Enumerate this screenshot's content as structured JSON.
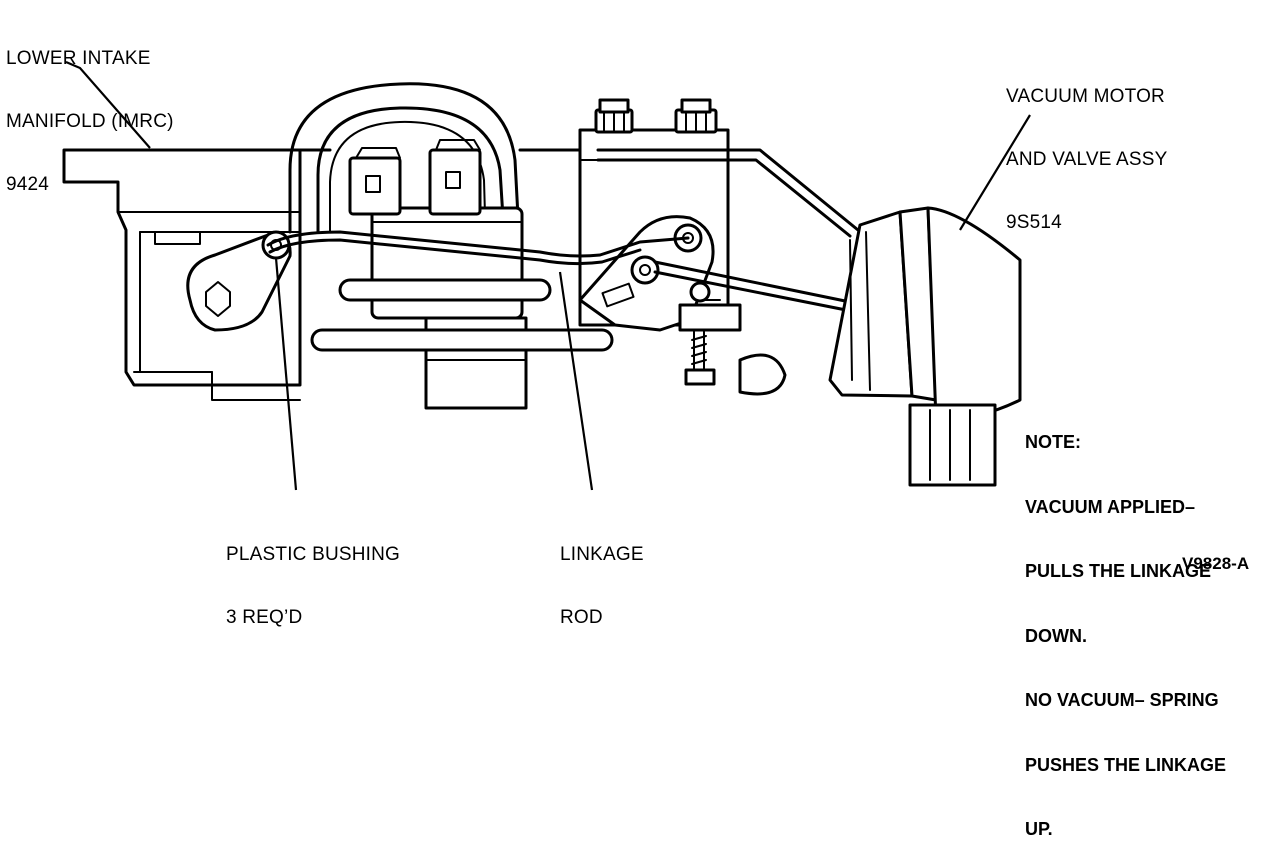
{
  "labels": {
    "manifold": [
      "LOWER INTAKE",
      "MANIFOLD (IMRC)",
      "9424"
    ],
    "vacuum_motor": [
      "VACUUM MOTOR",
      "AND VALVE ASSY",
      "9S514"
    ],
    "bushing": [
      "PLASTIC BUSHING",
      "3 REQ’D"
    ],
    "linkage_rod": [
      "LINKAGE",
      "ROD"
    ]
  },
  "note": {
    "lines": [
      "NOTE:",
      "VACUUM APPLIED–",
      "PULLS THE LINKAGE",
      "DOWN.",
      "NO VACUUM– SPRING",
      "PUSHES THE LINKAGE",
      "UP."
    ]
  },
  "figure_id": "V9828-A"
}
